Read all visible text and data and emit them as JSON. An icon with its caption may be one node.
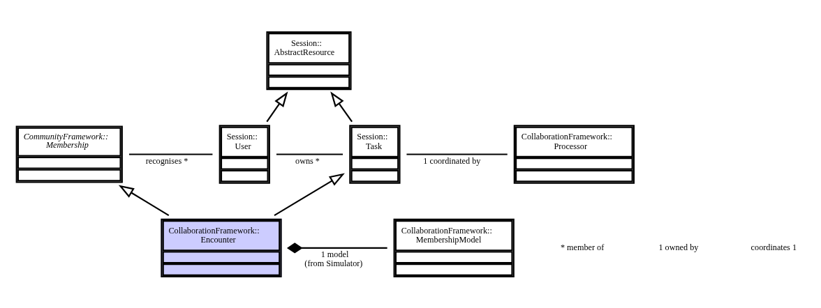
{
  "diagram": {
    "nodes": [
      {
        "text": [
          "Session:: AbstractResource"
        ]
      },
      {
        "text": [
          "CommunityFramework:: Membership"
        ]
      },
      {
        "text": [
          "Session:: User"
        ]
      },
      {
        "text": [
          "Session:: Task"
        ]
      },
      {
        "text": [
          "CollaborationFramework:: Processor"
        ]
      },
      {
        "text": [
          "CollaborationFramework:: MembershipModel"
        ]
      },
      {
        "text": [
          "CollaborationFramework:: Encounter"
        ]
      }
    ],
    "edges": [
      {
        "from": 2,
        "to": 0,
        "arrow": "to"
      },
      {
        "from": 3,
        "to": 0,
        "arrow": "to"
      },
      {
        "from": 1,
        "to": 2,
        "arrow": "none",
        "label": "recognises *"
      },
      {
        "from": 2,
        "to": 3,
        "arrow": "none",
        "label": "owns *"
      },
      {
        "from": 3,
        "to": 4,
        "arrow": "none",
        "label": "1 coordinated by"
      },
      {
        "from": 6,
        "to": 1,
        "arrow": "to"
      },
      {
        "from": 6,
        "to": 3,
        "arrow": "to"
      },
      {
        "from": 6,
        "to": 5,
        "arrow": "other",
        "label": "1 model (from Simulator)"
      }
    ],
    "labels": [
      "* member of",
      "1 owned by",
      "coordinates 1"
    ]
  }
}
